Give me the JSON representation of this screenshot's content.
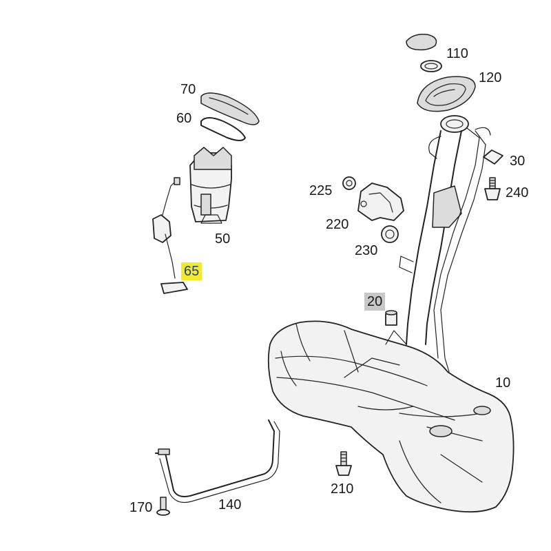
{
  "labels": {
    "p10": "10",
    "p20": "20",
    "p30": "30",
    "p50": "50",
    "p60": "60",
    "p65": "65",
    "p70": "70",
    "p110": "110",
    "p120": "120",
    "p140": "140",
    "p170": "170",
    "p210": "210",
    "p220": "220",
    "p225": "225",
    "p230": "230",
    "p240": "240"
  },
  "highlight_colors": {
    "selected": "#f5ea2a",
    "secondary": "#c8c8c8"
  }
}
